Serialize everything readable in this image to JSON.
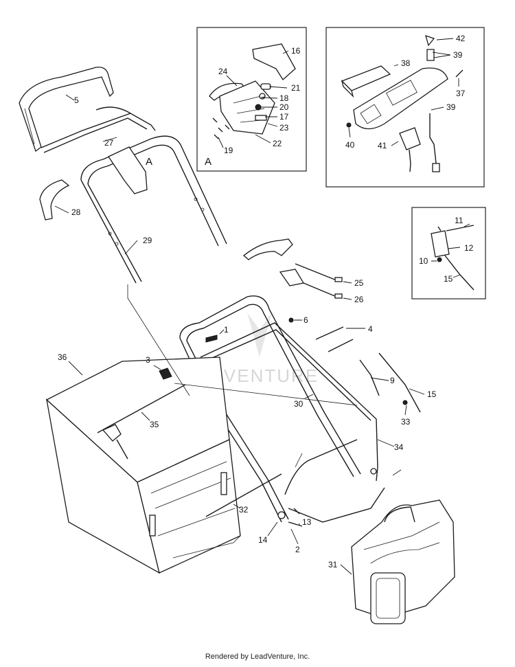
{
  "watermark": "LEADVENTURE",
  "footer": "Rendered by LeadVenture, Inc.",
  "insets": {
    "handle_detail": {
      "letter": "A"
    },
    "battery_detail": {},
    "cable_detail": {}
  },
  "main_callout_letter": "A",
  "part_labels": {
    "p1": "1",
    "p2": "2",
    "p3": "3",
    "p4": "4",
    "p5": "5",
    "p6": "6",
    "p9": "9",
    "p10": "10",
    "p11": "11",
    "p12": "12",
    "p13": "13",
    "p14": "14",
    "p15a": "15",
    "p15b": "15",
    "p16": "16",
    "p17": "17",
    "p18": "18",
    "p19": "19",
    "p20": "20",
    "p21": "21",
    "p22": "22",
    "p23": "23",
    "p24": "24",
    "p25": "25",
    "p26": "26",
    "p27": "27",
    "p28": "28",
    "p29": "29",
    "p30": "30",
    "p31": "31",
    "p32": "32",
    "p33": "33",
    "p34": "34",
    "p35": "35",
    "p36": "36",
    "p37": "37",
    "p38": "38",
    "p39a": "39",
    "p39b": "39",
    "p40": "40",
    "p41": "41",
    "p42": "42"
  }
}
